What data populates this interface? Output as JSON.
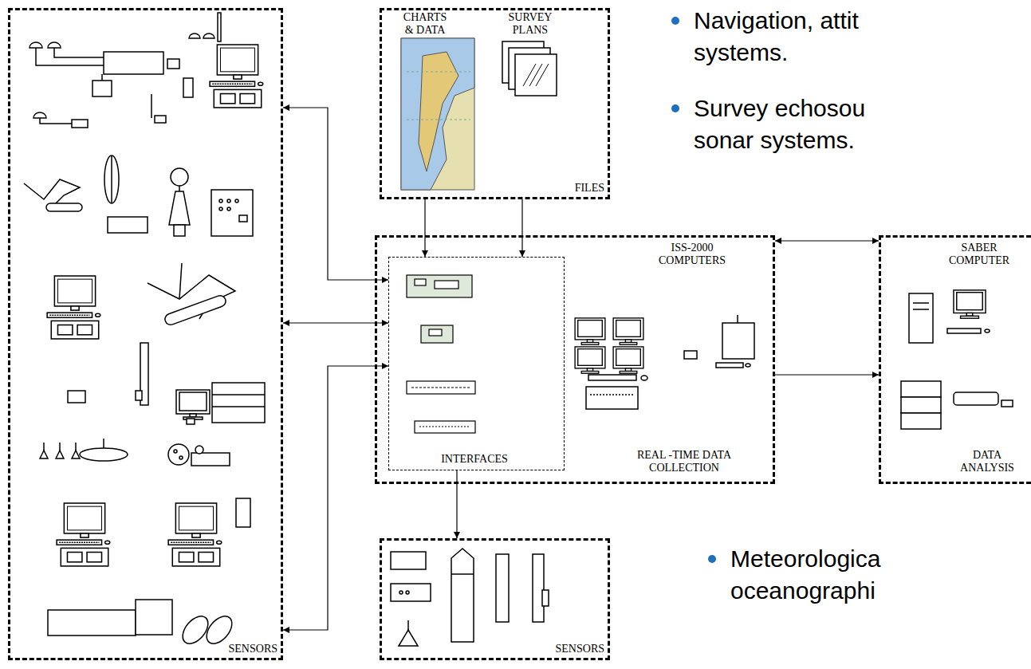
{
  "diagram": {
    "nodes": [
      {
        "text": [
          "SENSORS"
        ]
      },
      {
        "text": [
          "CHARTS & DATA",
          "SURVEY PLANS",
          "FILES"
        ]
      },
      {
        "text": [
          "ISS-2000 COMPUTERS",
          "REAL -TIME DATA COLLECTION"
        ]
      },
      {
        "text": [
          "INTERFACES"
        ],
        "in": 2
      },
      {
        "text": [
          "SABER COMPUTER",
          "DATA ANALYSIS"
        ]
      },
      {
        "text": [
          "SENSORS"
        ]
      }
    ],
    "edges": [
      {
        "from": 0,
        "to": 3,
        "arrow": "both"
      },
      {
        "from": 0,
        "to": 3,
        "arrow": "both"
      },
      {
        "from": 0,
        "to": 3,
        "arrow": "both"
      },
      {
        "from": 1,
        "to": 3,
        "arrow": "to"
      },
      {
        "from": 1,
        "to": 3,
        "arrow": "to"
      },
      {
        "from": 2,
        "to": 4,
        "arrow": "both"
      },
      {
        "from": 2,
        "to": 4,
        "arrow": "to"
      },
      {
        "from": 3,
        "to": 5,
        "arrow": "to"
      }
    ],
    "labels": [
      "Navigation, attit systems.",
      "Survey echosou sonar systems.",
      "Meteorologica oceanographi"
    ]
  }
}
